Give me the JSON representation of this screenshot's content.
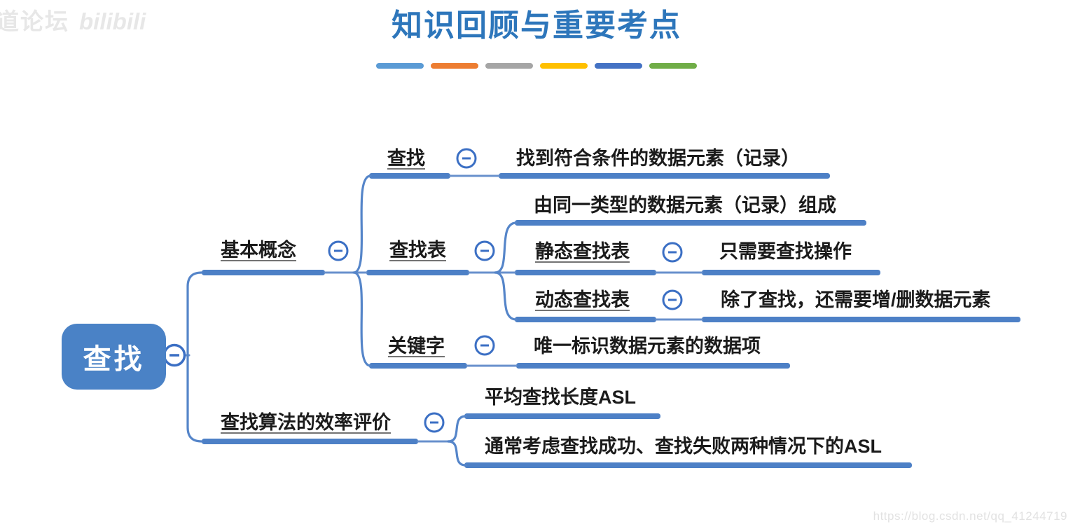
{
  "header": {
    "title": "知识回顾与重要考点",
    "stripe_colors": [
      "#5b9bd5",
      "#ed7d31",
      "#a5a5a5",
      "#ffc000",
      "#4472c4",
      "#70ad47"
    ]
  },
  "watermarks": {
    "top_left_site": "道论坛",
    "top_left_logo": "bilibili",
    "bottom_right_url": "https://blog.csdn.net/qq_41244719"
  },
  "colors": {
    "title": "#2d76bb",
    "branch_bar": "#4d80c6",
    "branch_line": "#6890cc",
    "collapse_ring": "#3b6fc4",
    "root_fill": "#4a82c6",
    "root_text": "#ffffff",
    "node_text": "#1b1b1b"
  },
  "mindmap": {
    "root": {
      "label": "查找",
      "children": [
        {
          "label": "基本概念",
          "children": [
            {
              "label": "查找",
              "children": [
                {
                  "label": "找到符合条件的数据元素（记录）"
                }
              ]
            },
            {
              "label": "查找表",
              "children": [
                {
                  "label": "由同一类型的数据元素（记录）组成"
                },
                {
                  "label": "静态查找表",
                  "children": [
                    {
                      "label": "只需要查找操作"
                    }
                  ]
                },
                {
                  "label": "动态查找表",
                  "children": [
                    {
                      "label": "除了查找，还需要增/删数据元素"
                    }
                  ]
                }
              ]
            },
            {
              "label": "关键字",
              "children": [
                {
                  "label": "唯一标识数据元素的数据项"
                }
              ]
            }
          ]
        },
        {
          "label": "查找算法的效率评价",
          "children": [
            {
              "label": "平均查找长度ASL"
            },
            {
              "label": "通常考虑查找成功、查找失败两种情况下的ASL"
            }
          ]
        }
      ]
    }
  }
}
